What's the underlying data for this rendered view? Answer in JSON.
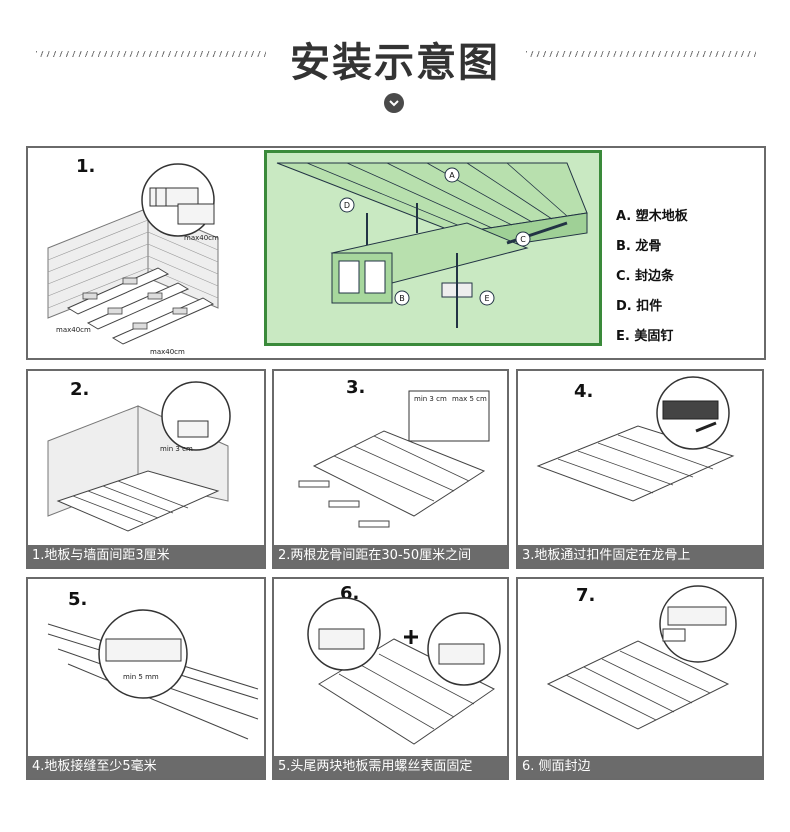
{
  "header": {
    "title": "安装示意图"
  },
  "main_panel": {
    "step": "1.",
    "dim_labels": [
      "max40cm",
      "max40cm",
      "max40cm"
    ],
    "component_markers": [
      "A",
      "B",
      "C",
      "D",
      "E"
    ],
    "legend": [
      "A. 塑木地板",
      "B. 龙骨",
      "C. 封边条",
      "D. 扣件",
      "E. 美固钉"
    ]
  },
  "steps": [
    {
      "num": "2.",
      "caption": "1.地板与墙面间距3厘米",
      "dims": [
        "min 3 cm"
      ]
    },
    {
      "num": "3.",
      "caption": "2.两根龙骨间距在30-50厘米之间",
      "dims": [
        "min 3 cm",
        "max 5 cm"
      ]
    },
    {
      "num": "4.",
      "caption": "3.地板通过扣件固定在龙骨上"
    },
    {
      "num": "5.",
      "caption": "4.地板接缝至少5毫米",
      "dims": [
        "min 5 mm"
      ]
    },
    {
      "num": "6.",
      "caption": "5.头尾两块地板需用螺丝表面固定"
    },
    {
      "num": "7.",
      "caption": "6. 侧面封边"
    }
  ]
}
